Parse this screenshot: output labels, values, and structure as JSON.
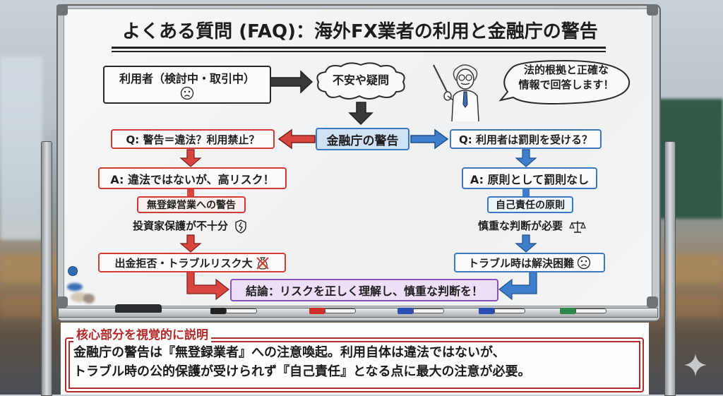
{
  "title": "よくある質問 (FAQ)：海外FX業者の利用と金融庁の警告",
  "flow": {
    "user_box": "利用者（検討中・取引中）",
    "user_icon": "worried-face-icon",
    "cloud": "不安や疑問",
    "professor_speech": [
      "法的根拠と正確な",
      "情報で回答します！"
    ],
    "center": "金融庁の警告",
    "left": {
      "question": "Q: 警告＝違法？利用禁止？",
      "answer": "A: 違法ではないが、高リスク！",
      "sub": "無登録営業への警告",
      "note": "投資家保護が不十分",
      "note_icon": "broken-shield-icon",
      "result": "出金拒否・トラブルリスク大",
      "result_icon": "crossed-money-bag-icon"
    },
    "right": {
      "question": "Q: 利用者は罰則を受ける？",
      "answer": "A: 原則として罰則なし",
      "sub": "自己責任の原則",
      "note": "慎重な判断が必要",
      "note_icon": "scales-icon",
      "result": "トラブル時は解決困難",
      "result_icon": "worried-face-icon"
    },
    "conclusion": "結論：リスクを正しく理解し、慎重な判断を！"
  },
  "explanation": {
    "heading": "核心部分を視覚的に説明",
    "lines": [
      "金融庁の警告は『無登録業者』への注意喚起。利用自体は違法ではないが、",
      "トラブル時の公的保護が受けられず『自己責任』となる点に最大の注意が必要。"
    ]
  },
  "colors": {
    "red": "#d23a35",
    "blue": "#3a78c2",
    "purple": "#8a52b8",
    "dark": "#2a2a2a",
    "explain_red": "#b22a2a"
  },
  "markers": [
    "black",
    "red",
    "blue",
    "blue",
    "green"
  ]
}
